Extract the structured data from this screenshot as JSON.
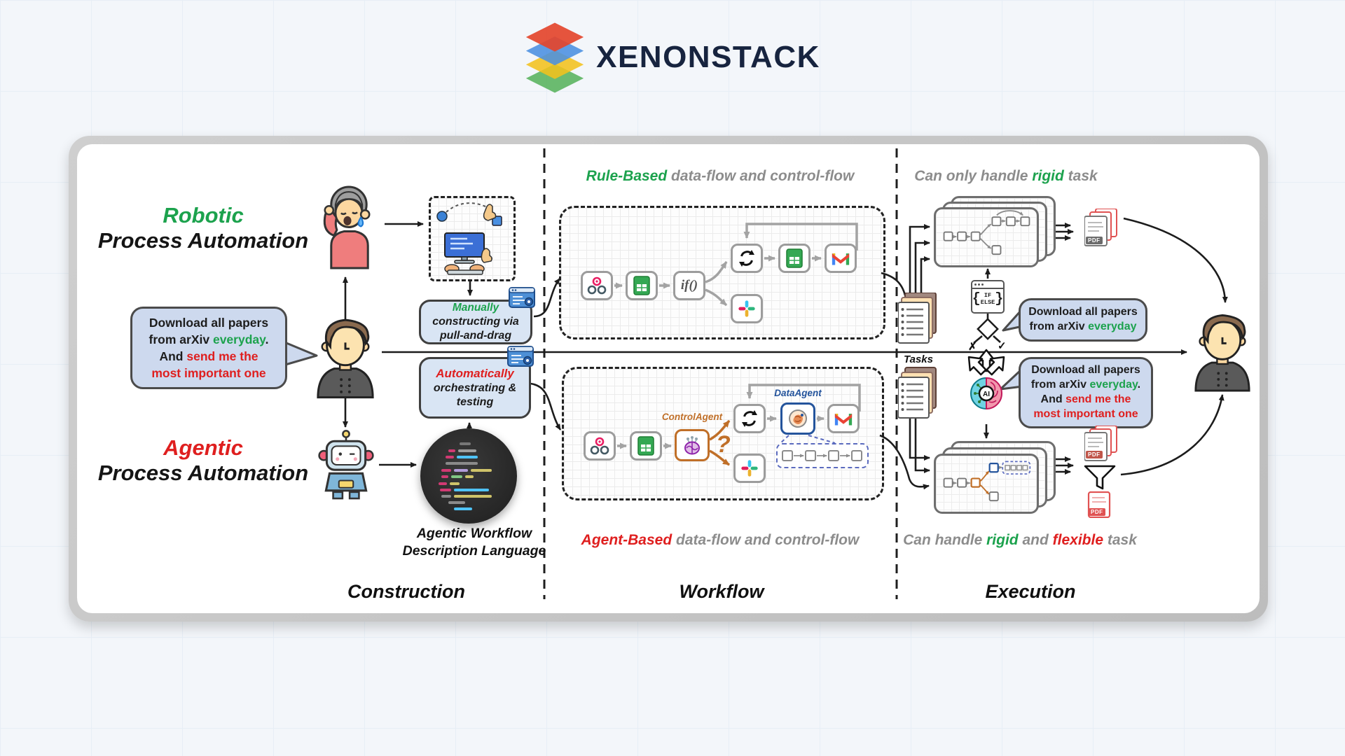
{
  "brand": {
    "name": "XENONSTACK"
  },
  "colors": {
    "green": "#1ca24d",
    "red": "#df1f1f",
    "caption_gray": "#8c8c8c",
    "bubble_bg": "#cdd9ee",
    "box_bg": "#d9e5f4",
    "agent_orange": "#c06f28",
    "agent_blue": "#24549c"
  },
  "construction": {
    "footer_label": "Construction",
    "rpa_line1": "Robotic",
    "rpa_line2": "Process Automation",
    "apa_line1": "Agentic",
    "apa_line2": "Process Automation",
    "request_bubble": {
      "line1": "Download all papers",
      "line2_pre": "from arXiv ",
      "line2_green": "everyday",
      "line2_post": ".",
      "line3_pre": "And ",
      "line3_red": "send me the",
      "line4_red": "most important one"
    },
    "manual_box": {
      "title": "Manually",
      "line2": "constructing via",
      "line3": "pull-and-drag"
    },
    "auto_box": {
      "title": "Automatically",
      "line2": "orchestrating &",
      "line3": "testing"
    },
    "awdl_line1": "Agentic Workflow",
    "awdl_line2": "Description Language"
  },
  "workflow": {
    "footer_label": "Workflow",
    "rule_caption": {
      "highlight": "Rule-Based",
      "rest": " data-flow and control-flow"
    },
    "agent_caption": {
      "highlight": "Agent-Based",
      "rest": " data-flow and control-flow"
    },
    "if_node": "if()",
    "control_agent": "ControlAgent",
    "data_agent": "DataAgent",
    "question_mark": "?"
  },
  "execution": {
    "footer_label": "Execution",
    "rigid_caption": {
      "pre": "Can only handle ",
      "highlight": "rigid",
      "post": " task"
    },
    "flex_caption": {
      "pre": "Can handle ",
      "green": "rigid",
      "mid": " and ",
      "red": "flexible",
      "post": " task"
    },
    "tasks_label": "Tasks",
    "rigid_bubble": {
      "line1": "Download all papers",
      "line2_pre": "from arXiv ",
      "line2_green": "everyday"
    },
    "flex_bubble": {
      "line1": "Download all papers",
      "line2_pre": "from arXiv ",
      "line2_green": "everyday",
      "line2_post": ".",
      "line3_pre": "And ",
      "line3_red": "send me the",
      "line4_red": "most important one"
    },
    "ifelse": {
      "brace_l": "{",
      "line1": "IF",
      "line2": "ELSE",
      "brace_r": "}"
    },
    "ai_label": "AI",
    "pdf_label": "PDF",
    "check": "✓",
    "cross": "✗"
  }
}
